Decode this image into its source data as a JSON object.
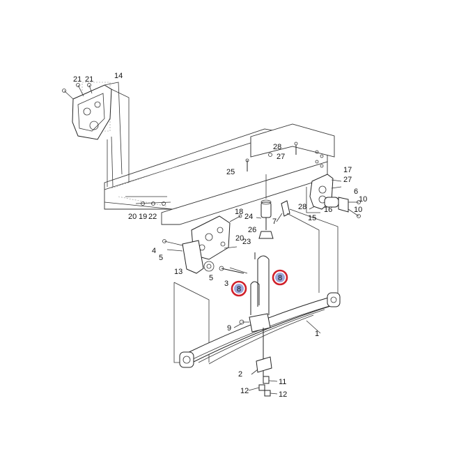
{
  "diagram": {
    "colors": {
      "line": "#222222",
      "background": "#ffffff",
      "highlight_ring": "#d0202a",
      "highlight_fill": "#9aa6d8"
    },
    "labels": {
      "p1": "1",
      "p2": "2",
      "p3": "3",
      "p4": "4",
      "p5a": "5",
      "p5b": "5",
      "p6": "6",
      "p7": "7",
      "p9": "9",
      "p10a": "10",
      "p10b": "10",
      "p11": "11",
      "p12a": "12",
      "p12b": "12",
      "p13": "13",
      "p14": "14",
      "p15": "15",
      "p16": "16",
      "p17": "17",
      "p18": "18",
      "p19": "19",
      "p20a": "20",
      "p20b": "20",
      "p21a": "21",
      "p21b": "21",
      "p22": "22",
      "p23": "23",
      "p24": "24",
      "p25": "25",
      "p26": "26",
      "p27a": "27",
      "p27b": "27",
      "p28a": "28",
      "p28b": "28"
    },
    "highlighted": {
      "left": "8",
      "right": "8"
    }
  }
}
